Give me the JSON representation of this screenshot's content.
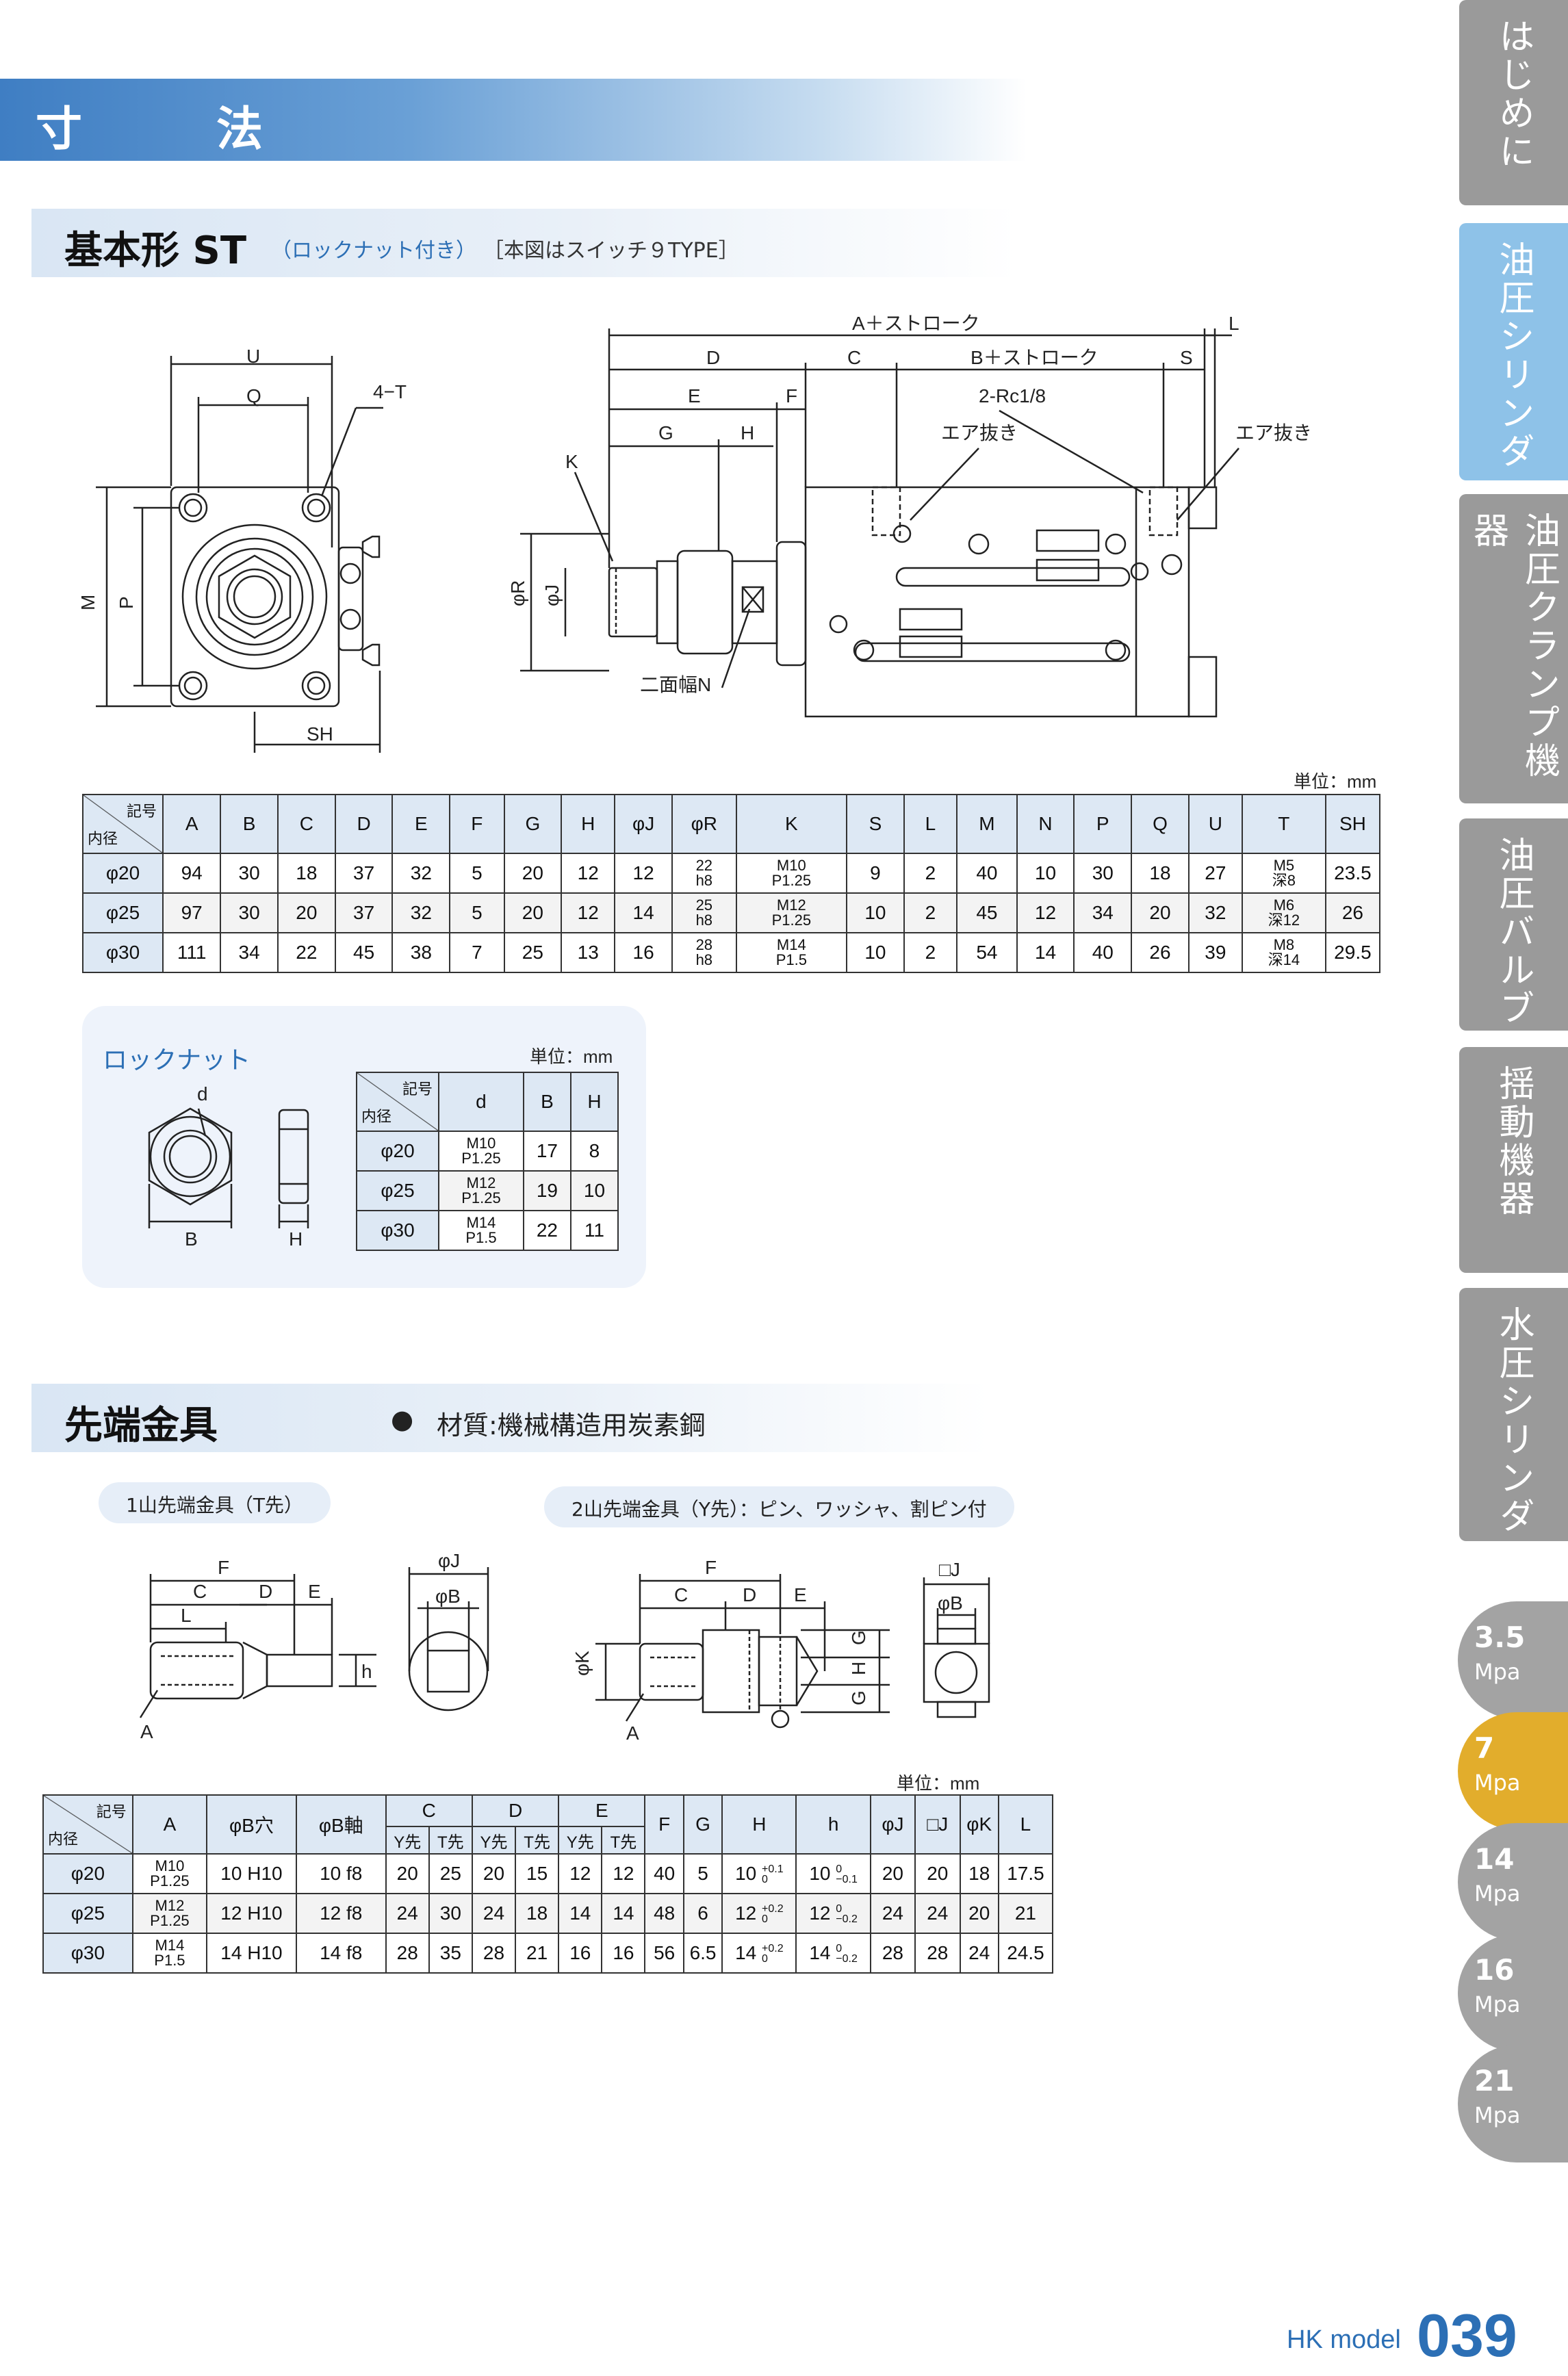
{
  "page_title": "寸　法",
  "section1": {
    "title": "基本形 ST",
    "note1": "（ロックナット付き）",
    "note2": "［本図はスイッチ９TYPE］"
  },
  "drawing1": {
    "labels": [
      "U",
      "Q",
      "4−T",
      "M",
      "P",
      "SH",
      "A＋ストローク",
      "L",
      "D",
      "C",
      "B＋ストローク",
      "S",
      "E",
      "F",
      "2-Rc1/8",
      "G",
      "H",
      "エア抜き",
      "エア抜き",
      "K",
      "φR",
      "φJ",
      "二面幅N"
    ]
  },
  "unit_label": "単位：mm",
  "main_table": {
    "corner_top": "記号",
    "corner_bottom": "内径",
    "headers": [
      "A",
      "B",
      "C",
      "D",
      "E",
      "F",
      "G",
      "H",
      "φJ",
      "φR",
      "K",
      "S",
      "L",
      "M",
      "N",
      "P",
      "Q",
      "U",
      "T",
      "SH"
    ],
    "rows": [
      {
        "bore": "φ20",
        "cells": [
          "94",
          "30",
          "18",
          "37",
          "32",
          "5",
          "20",
          "12",
          "12",
          [
            "22",
            "h8"
          ],
          [
            "M10",
            "P1.25"
          ],
          "9",
          "2",
          "40",
          "10",
          "30",
          "18",
          "27",
          [
            "M5",
            "深8"
          ],
          "23.5"
        ]
      },
      {
        "bore": "φ25",
        "cells": [
          "97",
          "30",
          "20",
          "37",
          "32",
          "5",
          "20",
          "12",
          "14",
          [
            "25",
            "h8"
          ],
          [
            "M12",
            "P1.25"
          ],
          "10",
          "2",
          "45",
          "12",
          "34",
          "20",
          "32",
          [
            "M6",
            "深12"
          ],
          "26"
        ]
      },
      {
        "bore": "φ30",
        "cells": [
          "111",
          "34",
          "22",
          "45",
          "38",
          "7",
          "25",
          "13",
          "16",
          [
            "28",
            "h8"
          ],
          [
            "M14",
            "P1.5"
          ],
          "10",
          "2",
          "54",
          "14",
          "40",
          "26",
          "39",
          [
            "M8",
            "深14"
          ],
          "29.5"
        ]
      }
    ]
  },
  "locknut": {
    "label": "ロックナット",
    "unit": "単位：mm",
    "drawing_labels": [
      "d",
      "B",
      "H"
    ],
    "corner_top": "記号",
    "corner_bottom": "内径",
    "headers": [
      "d",
      "B",
      "H"
    ],
    "rows": [
      {
        "bore": "φ20",
        "d": [
          "M10",
          "P1.25"
        ],
        "B": "17",
        "H": "8"
      },
      {
        "bore": "φ25",
        "d": [
          "M12",
          "P1.25"
        ],
        "B": "19",
        "H": "10"
      },
      {
        "bore": "φ30",
        "d": [
          "M14",
          "P1.5"
        ],
        "B": "22",
        "H": "11"
      }
    ]
  },
  "section2": {
    "title": "先端金具",
    "bullet": "●",
    "material": "材質:機械構造用炭素鋼"
  },
  "fitting1": {
    "title": "1山先端金具（T先）",
    "labels": [
      "F",
      "C",
      "D",
      "E",
      "L",
      "A",
      "h",
      "φJ",
      "φB"
    ]
  },
  "fitting2": {
    "title": "2山先端金具（Y先）：ピン、ワッシャ、割ピン付",
    "labels": [
      "F",
      "C",
      "D",
      "E",
      "G",
      "H",
      "G",
      "φK",
      "A",
      "□J",
      "φB"
    ]
  },
  "tip_table": {
    "unit": "単位：mm",
    "corner_top": "記号",
    "corner_bottom": "内径",
    "headers": [
      "A",
      "φB穴",
      "φB軸",
      "C",
      "D",
      "E",
      "F",
      "G",
      "H",
      "h",
      "φJ",
      "□J",
      "φK",
      "L"
    ],
    "sub_headers": [
      "Y先",
      "T先",
      "Y先",
      "T先",
      "Y先",
      "T先"
    ],
    "rows": [
      {
        "bore": "φ20",
        "A": [
          "M10",
          "P1.25"
        ],
        "B_hole": "10 H10",
        "B_shaft": "10 f8",
        "C": [
          "20",
          "25"
        ],
        "D": [
          "20",
          "15"
        ],
        "E": [
          "12",
          "12"
        ],
        "F": "40",
        "G": "5",
        "H": "10",
        "H_tol": [
          "+0.1",
          "0"
        ],
        "h": "10",
        "h_tol": [
          "0",
          "−0.1"
        ],
        "J": "20",
        "SJ": "20",
        "K": "18",
        "L": "17.5"
      },
      {
        "bore": "φ25",
        "A": [
          "M12",
          "P1.25"
        ],
        "B_hole": "12 H10",
        "B_shaft": "12 f8",
        "C": [
          "24",
          "30"
        ],
        "D": [
          "24",
          "18"
        ],
        "E": [
          "14",
          "14"
        ],
        "F": "48",
        "G": "6",
        "H": "12",
        "H_tol": [
          "+0.2",
          "0"
        ],
        "h": "12",
        "h_tol": [
          "0",
          "−0.2"
        ],
        "J": "24",
        "SJ": "24",
        "K": "20",
        "L": "21"
      },
      {
        "bore": "φ30",
        "A": [
          "M14",
          "P1.5"
        ],
        "B_hole": "14 H10",
        "B_shaft": "14 f8",
        "C": [
          "28",
          "35"
        ],
        "D": [
          "28",
          "21"
        ],
        "E": [
          "16",
          "16"
        ],
        "F": "56",
        "G": "6.5",
        "H": "14",
        "H_tol": [
          "+0.2",
          "0"
        ],
        "h": "14",
        "h_tol": [
          "0",
          "−0.2"
        ],
        "J": "28",
        "SJ": "28",
        "K": "24",
        "L": "24.5"
      }
    ]
  },
  "side_tabs": [
    {
      "label": "はじめに",
      "active": false
    },
    {
      "label": "油圧シリンダ",
      "active": true
    },
    {
      "label": "油圧クランプ機器",
      "active": false
    },
    {
      "label": "油圧バルブ",
      "active": false
    },
    {
      "label": "揺動機器",
      "active": false
    },
    {
      "label": "水圧シリンダ",
      "active": false
    }
  ],
  "pressure_tabs": [
    {
      "value": "3.5",
      "unit": "Mpa",
      "active": false
    },
    {
      "value": "7",
      "unit": "Mpa",
      "active": true
    },
    {
      "value": "14",
      "unit": "Mpa",
      "active": false
    },
    {
      "value": "16",
      "unit": "Mpa",
      "active": false
    },
    {
      "value": "21",
      "unit": "Mpa",
      "active": false
    }
  ],
  "footer": {
    "model": "HK model",
    "page": "039"
  },
  "colors": {
    "accent": "#2c6fb5",
    "active_tab": "#8ec2e8",
    "gold": "#e2ad2c",
    "tab_gray": "#9a9a9a"
  }
}
